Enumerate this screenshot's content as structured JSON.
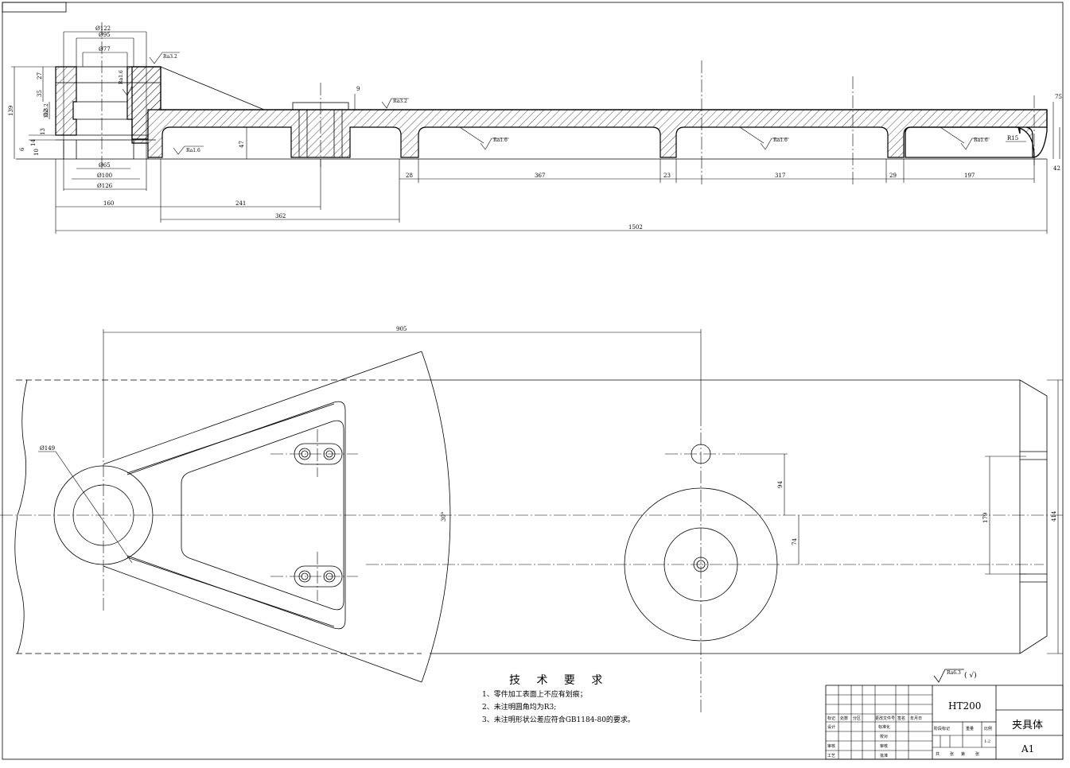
{
  "technical_requirements": {
    "title": "技 术 要 求",
    "items": [
      "1、零件加工表面上不应有划痕；",
      "2、未注明圆角均为R3;",
      "3、未注明形状公差应符合GB1184-80的要求。"
    ]
  },
  "surface_roughness": {
    "general": "Ra6.3",
    "general_suffix": "( √)",
    "section": [
      "Ra3.2",
      "Ra1.6",
      "Ra3.2",
      "Ra1.6",
      "Ra3.2",
      "Ra1.6",
      "Ra1.6",
      "Ra1.6"
    ]
  },
  "section_dims": {
    "d122": "Ø122",
    "d95": "Ø95",
    "d77": "Ø77",
    "d65": "Ø65",
    "d100": "Ø100",
    "d126": "Ø126",
    "h139": "139",
    "h27": "27",
    "h35": "35",
    "h32": "32",
    "h13": "13",
    "h14": "14",
    "h10": "10",
    "h6": "6",
    "h47": "47",
    "h9": "9",
    "h75": "75",
    "h42": "42",
    "r15": "R15",
    "l28": "28",
    "l367": "367",
    "l23": "23",
    "l317": "317",
    "l29": "29",
    "l197": "197",
    "l160": "160",
    "l241": "241",
    "l362": "362",
    "l1502": "1502"
  },
  "plan_dims": {
    "l905": "905",
    "d149": "Ø149",
    "angle": "30°",
    "v94": "94",
    "v74": "74",
    "v179": "179",
    "v414": "414"
  },
  "title_block": {
    "material": "HT200",
    "part_name": "夹具体",
    "sheet_size": "A1",
    "scale": "1:2",
    "headers": [
      "标记",
      "处数",
      "分区",
      "更改文件号",
      "签名",
      "年月日"
    ],
    "rows": [
      "设计",
      "审核",
      "工艺"
    ],
    "mid_labels": [
      "标准化",
      "校对",
      "审核",
      "批准"
    ],
    "stage_labels": [
      "阶段标记",
      "重量",
      "比例"
    ],
    "sheet_labels": [
      "共",
      "张",
      "第",
      "张"
    ]
  }
}
